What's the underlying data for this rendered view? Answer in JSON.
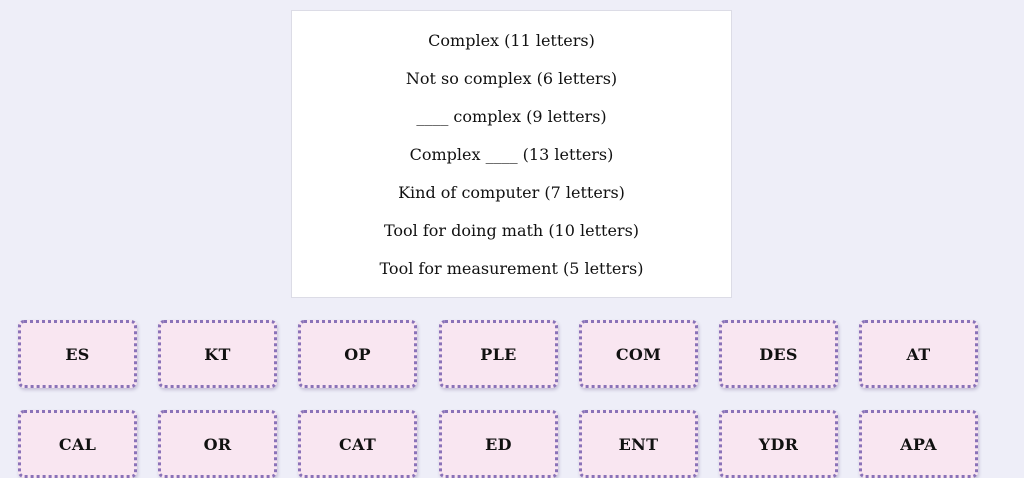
{
  "clues": [
    "Complex (11 letters)",
    "Not so complex (6 letters)",
    "____ complex (9 letters)",
    "Complex ____ (13 letters)",
    "Kind of computer (7 letters)",
    "Tool for doing math (10 letters)",
    "Tool for measurement (5 letters)"
  ],
  "tile_rows": [
    [
      "ES",
      "KT",
      "OP",
      "PLE",
      "COM",
      "DES",
      "AT"
    ],
    [
      "CAL",
      "OR",
      "CAT",
      "ED",
      "ENT",
      "YDR",
      "APA"
    ]
  ],
  "colors": {
    "background": "#eeeef8",
    "panel": "#ffffff",
    "tile_fill": "#f9e6f1",
    "tile_border": "#8a72b8"
  }
}
